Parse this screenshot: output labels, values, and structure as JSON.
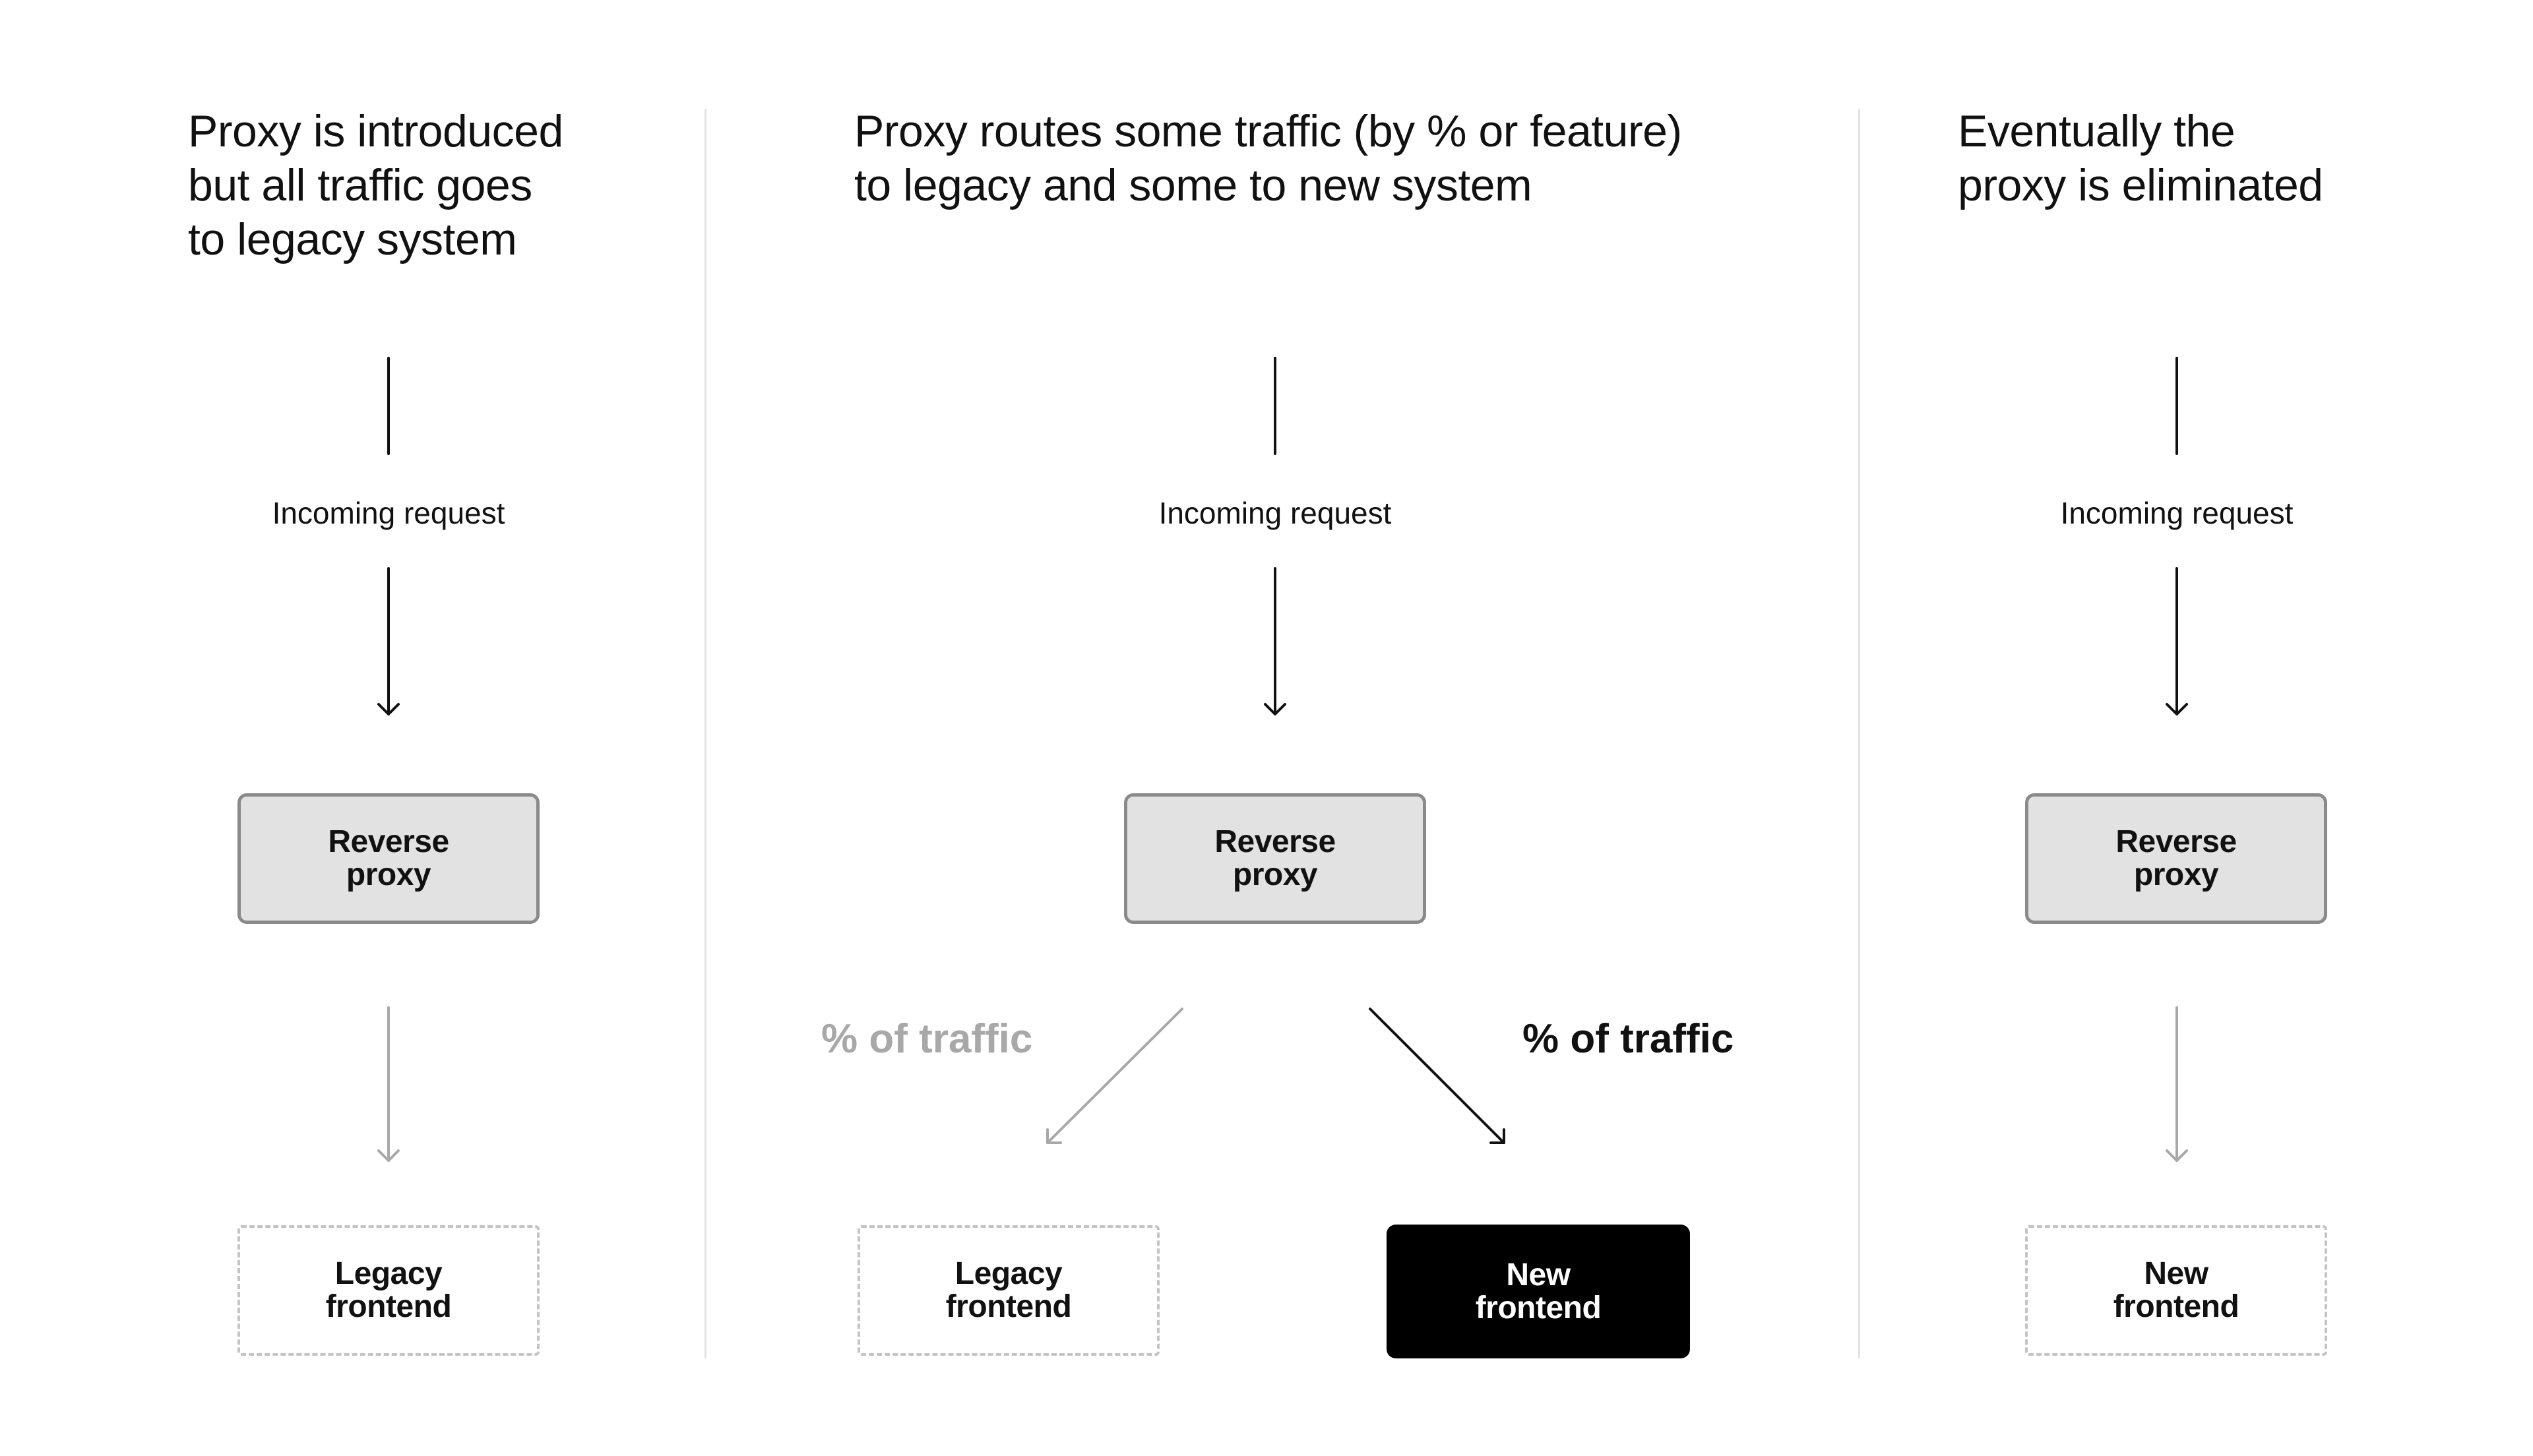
{
  "columns": [
    {
      "heading": "Proxy is introduced\nbut all traffic goes\nto legacy system",
      "incoming_label": "Incoming request",
      "proxy_label": "Reverse\nproxy",
      "frontends": [
        "Legacy\nfrontend"
      ]
    },
    {
      "heading": "Proxy routes some traffic (by % or feature)\nto legacy and some to new system",
      "incoming_label": "Incoming request",
      "proxy_label": "Reverse\nproxy",
      "traffic_labels": [
        "% of traffic",
        "% of traffic"
      ],
      "frontends": [
        "Legacy\nfrontend",
        "New\nfrontend"
      ]
    },
    {
      "heading": "Eventually the\nproxy is eliminated",
      "incoming_label": "Incoming request",
      "proxy_label": "Reverse\nproxy",
      "frontends": [
        "New\nfrontend"
      ]
    }
  ],
  "colors": {
    "text": "#111111",
    "proxy_fill": "#e2e2e2",
    "proxy_border": "#8a8a8a",
    "muted": "#a8a8a8",
    "dashed_border": "#c4c4c4",
    "new_frontend_fill": "#000000",
    "new_frontend_text": "#ffffff",
    "divider": "#e2e2e2"
  }
}
